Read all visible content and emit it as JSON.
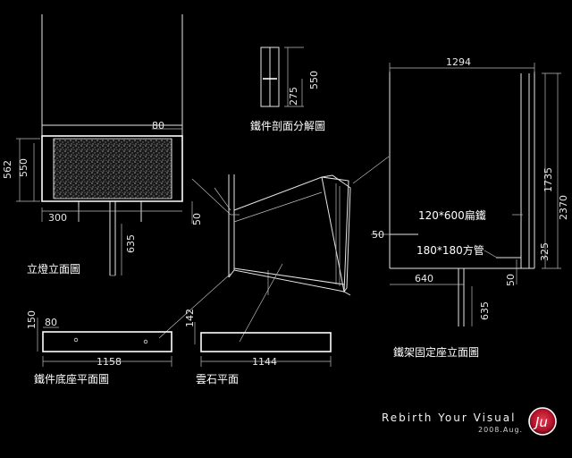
{
  "labels": {
    "section_detail": "鐵件剖面分解圖",
    "front_elevation": "立燈立面圖",
    "base_plan": "鐵件底座平面圖",
    "marble_plan": "雲石平面",
    "bracket_elevation": "鐵架固定座立面圖",
    "tube_label": "180*180方管",
    "flat_iron_label": "120*600扁鐵"
  },
  "dims": {
    "d80": "80",
    "d562": "562",
    "d550a": "550",
    "d300": "300",
    "d50a": "50",
    "d635a": "635",
    "d550b": "550",
    "d275": "275",
    "d1294": "1294",
    "d1735": "1735",
    "d2370": "2370",
    "d50b": "50",
    "d325": "325",
    "d640": "640",
    "d50c": "50",
    "d635b": "635",
    "d150": "150",
    "d80b": "80",
    "d1158": "1158",
    "d142": "142",
    "d1144": "1144"
  },
  "branding": {
    "title": "Rebirth Your Visual",
    "date": "2008.Aug.",
    "logo_text": "Ju"
  },
  "colors": {
    "background": "#000000",
    "line": "#e6e6e6",
    "logo_red": "#b3122a"
  }
}
